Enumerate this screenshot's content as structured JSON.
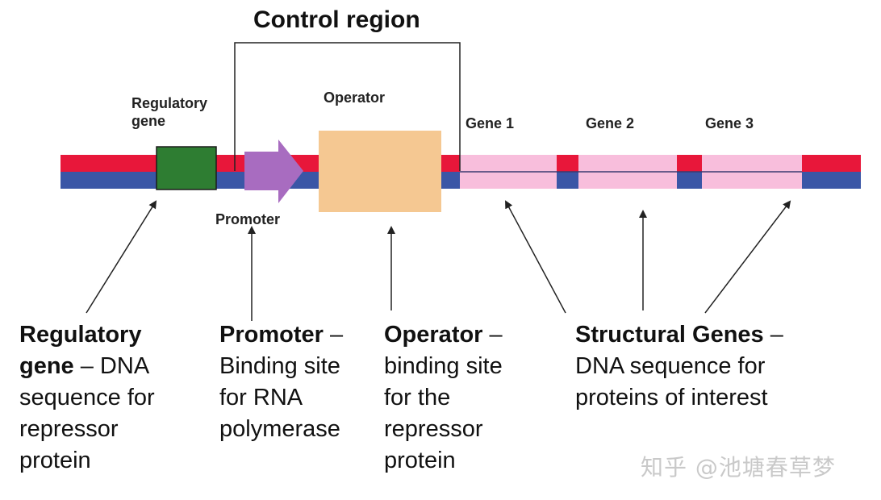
{
  "title": "Control region",
  "labels": {
    "regulatory_gene": [
      "Regulatory",
      "gene"
    ],
    "operator": "Operator",
    "promoter": "Promoter",
    "gene1": "Gene 1",
    "gene2": "Gene 2",
    "gene3": "Gene 3"
  },
  "descriptions": {
    "regulatory": {
      "title_line1": "Regulatory",
      "title_line2": "gene",
      "dash": " – DNA",
      "rest": [
        "sequence for",
        "repressor",
        "protein"
      ]
    },
    "promoter": {
      "title": "Promoter",
      "dash": " –",
      "rest": [
        "Binding site",
        "for RNA",
        "polymerase"
      ]
    },
    "operator": {
      "title": "Operator",
      "dash": " –",
      "rest": [
        "binding site",
        "for the",
        "repressor",
        "protein"
      ]
    },
    "structural": {
      "title": "Structural Genes",
      "dash": " –",
      "rest": [
        "DNA sequence for",
        "proteins of interest"
      ]
    }
  },
  "watermark": "知乎 @池塘春草梦",
  "colors": {
    "strand_top": "#e8173a",
    "strand_bottom": "#3a56a6",
    "regulatory_gene": "#2e7d32",
    "promoter": "#a86cc0",
    "operator": "#f5c892",
    "structural_gene": "#f8bedc"
  }
}
